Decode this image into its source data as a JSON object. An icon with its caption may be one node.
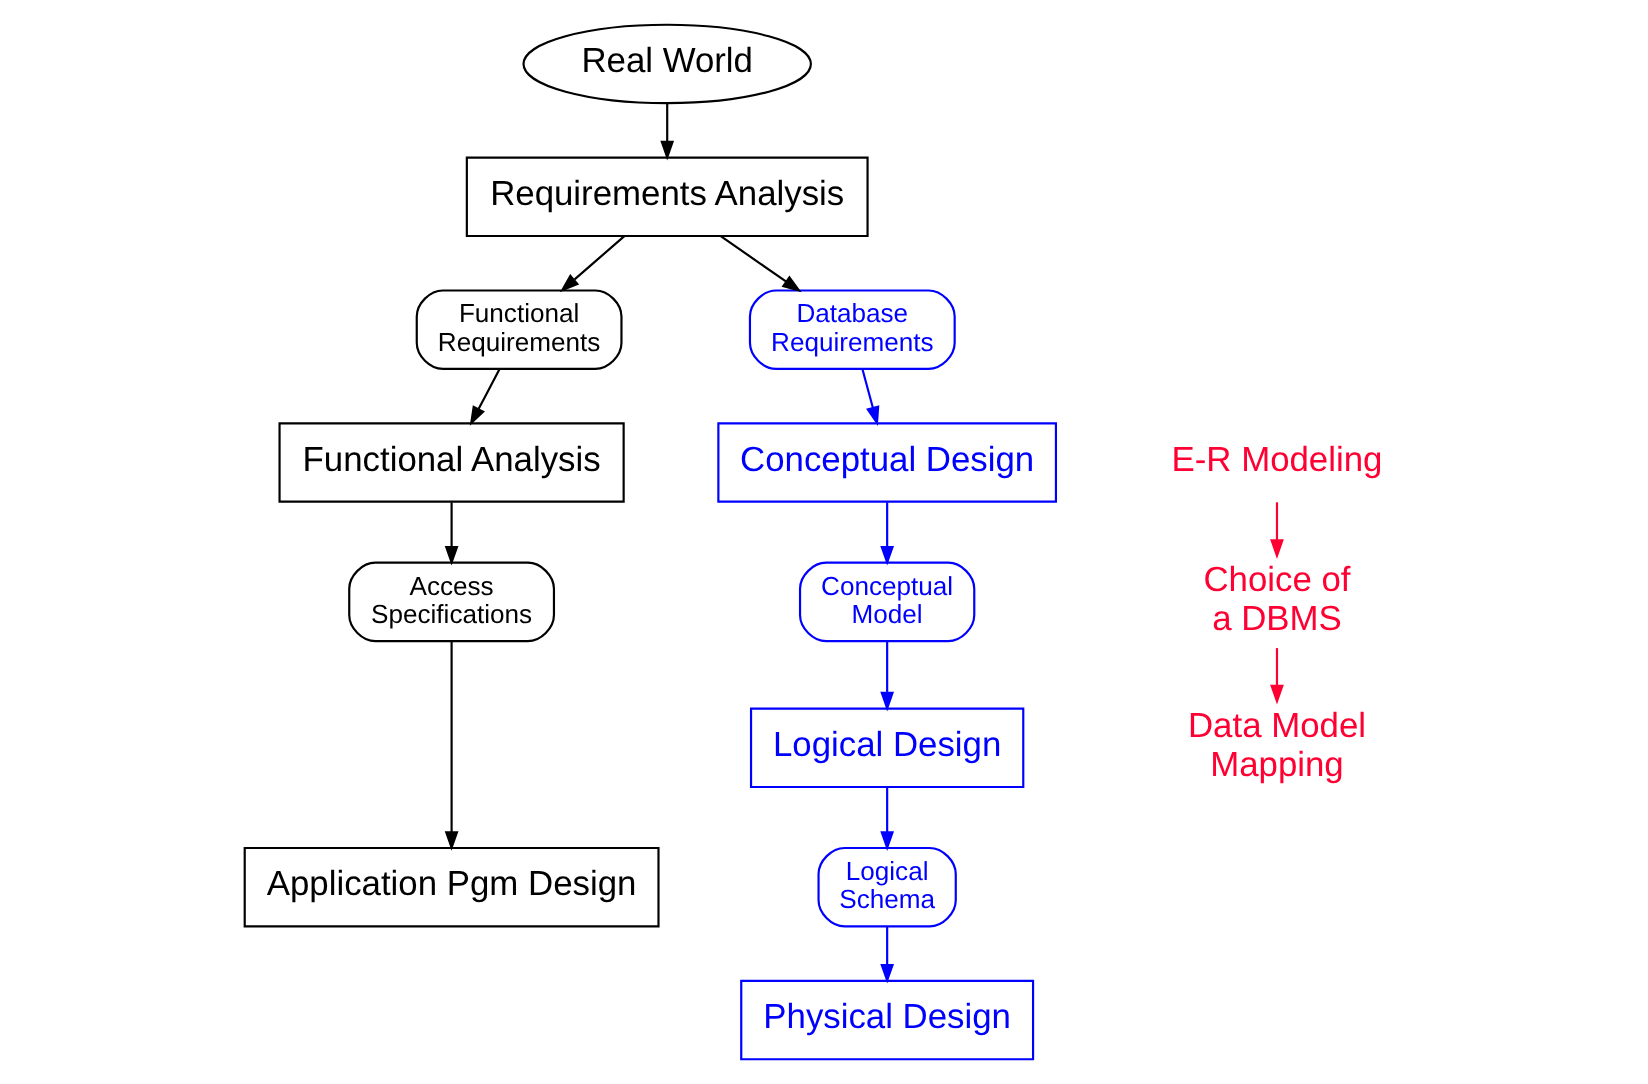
{
  "diagram": {
    "nodes": [
      {
        "text": [
          "Real World"
        ]
      },
      {
        "text": [
          "Requirements Analysis"
        ]
      },
      {
        "text": [
          "Functional Requirements"
        ]
      },
      {
        "text": [
          "Database Requirements"
        ]
      },
      {
        "text": [
          "Functional Analysis"
        ]
      },
      {
        "text": [
          "Access Specifications"
        ]
      },
      {
        "text": [
          "Application Pgm Design"
        ]
      },
      {
        "text": [
          "E-R Modeling"
        ]
      },
      {
        "text": [
          "Choice of a DBMS"
        ]
      },
      {
        "text": [
          "Data Model Mapping"
        ]
      },
      {
        "text": [
          "Conceptual Design"
        ]
      },
      {
        "text": [
          "Conceptual Model"
        ]
      },
      {
        "text": [
          "Logical Design"
        ]
      },
      {
        "text": [
          "Logical Schema"
        ]
      },
      {
        "text": [
          "Physical Design"
        ]
      }
    ],
    "edges": [
      {
        "from": 0,
        "to": 1,
        "arrow": "to"
      },
      {
        "from": 1,
        "to": 2,
        "arrow": "to"
      },
      {
        "from": 1,
        "to": 3,
        "arrow": "to"
      },
      {
        "from": 2,
        "to": 4,
        "arrow": "to"
      },
      {
        "from": 4,
        "to": 5,
        "arrow": "to"
      },
      {
        "from": 5,
        "to": 6,
        "arrow": "to"
      },
      {
        "from": 7,
        "to": 8,
        "arrow": "to",
        "color": "#ff0033"
      },
      {
        "from": 8,
        "to": 9,
        "arrow": "to",
        "color": "#ff0033"
      },
      {
        "from": 3,
        "to": 10,
        "arrow": "to",
        "color": "#0000ff"
      },
      {
        "from": 10,
        "to": 11,
        "arrow": "to",
        "color": "#0000ff"
      },
      {
        "from": 11,
        "to": 12,
        "arrow": "to",
        "color": "#0000ff"
      },
      {
        "from": 12,
        "to": 13,
        "arrow": "to",
        "color": "#0000ff"
      },
      {
        "from": 13,
        "to": 14,
        "arrow": "to",
        "color": "#0000ff"
      }
    ]
  }
}
